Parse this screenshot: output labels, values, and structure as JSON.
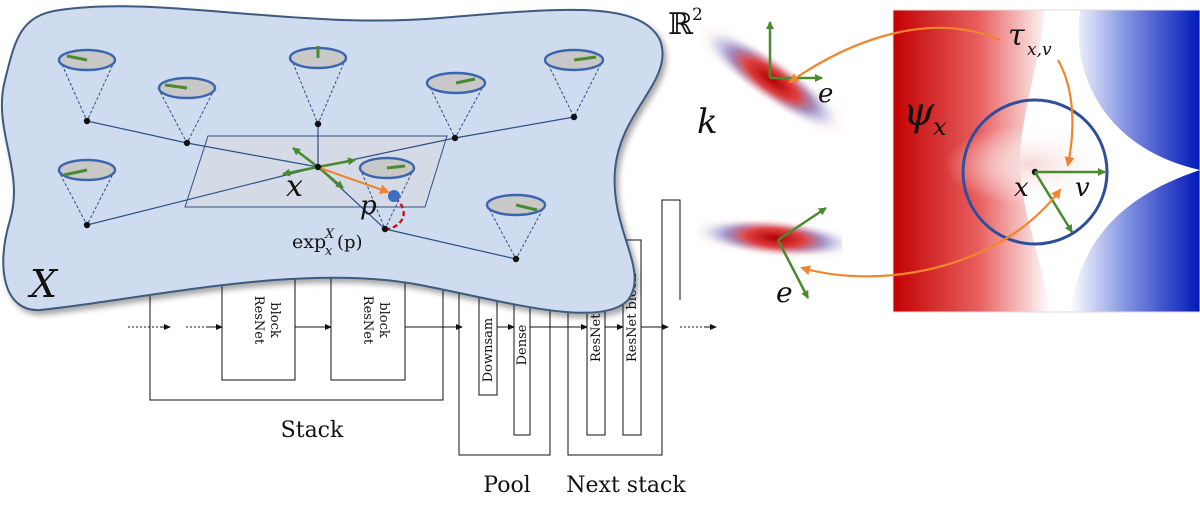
{
  "network": {
    "stack_label": "Stack",
    "pool_label": "Pool",
    "next_stack_label": "Next stack",
    "resnet_block_1": [
      "ResNet",
      "block"
    ],
    "resnet_block_2": [
      "ResNet",
      "block"
    ],
    "downsample_label": "Downsam",
    "dense_label": "Dense",
    "next_resnet_1": "ResNet block",
    "next_resnet_2": "ResNet block"
  },
  "manifold": {
    "label_X": "X",
    "label_x": "x",
    "label_p": "p",
    "exp_base": "exp",
    "exp_sub": "x",
    "exp_sup": "X",
    "exp_arg": "(p)"
  },
  "kernels": {
    "space_label": "ℝ",
    "space_exp": "2",
    "kernel_label": "k",
    "frame_top_label": "e",
    "frame_bottom_label": "e"
  },
  "field": {
    "psi_label": "ψ",
    "psi_sub": "x",
    "tau_label": "τ",
    "tau_sub": "x,v",
    "point_label": "x",
    "vector_label": "v"
  },
  "colors": {
    "manifold_fill": "#cfdcf0",
    "manifold_stroke": "#3d5a80",
    "cone_fill": "#c8c8c8",
    "cone_stroke": "#3a66b0",
    "vector": "#4a8a2e",
    "orange": "#f0852e",
    "blue_point": "#3a6fc4",
    "red_dash": "#cc1111"
  }
}
